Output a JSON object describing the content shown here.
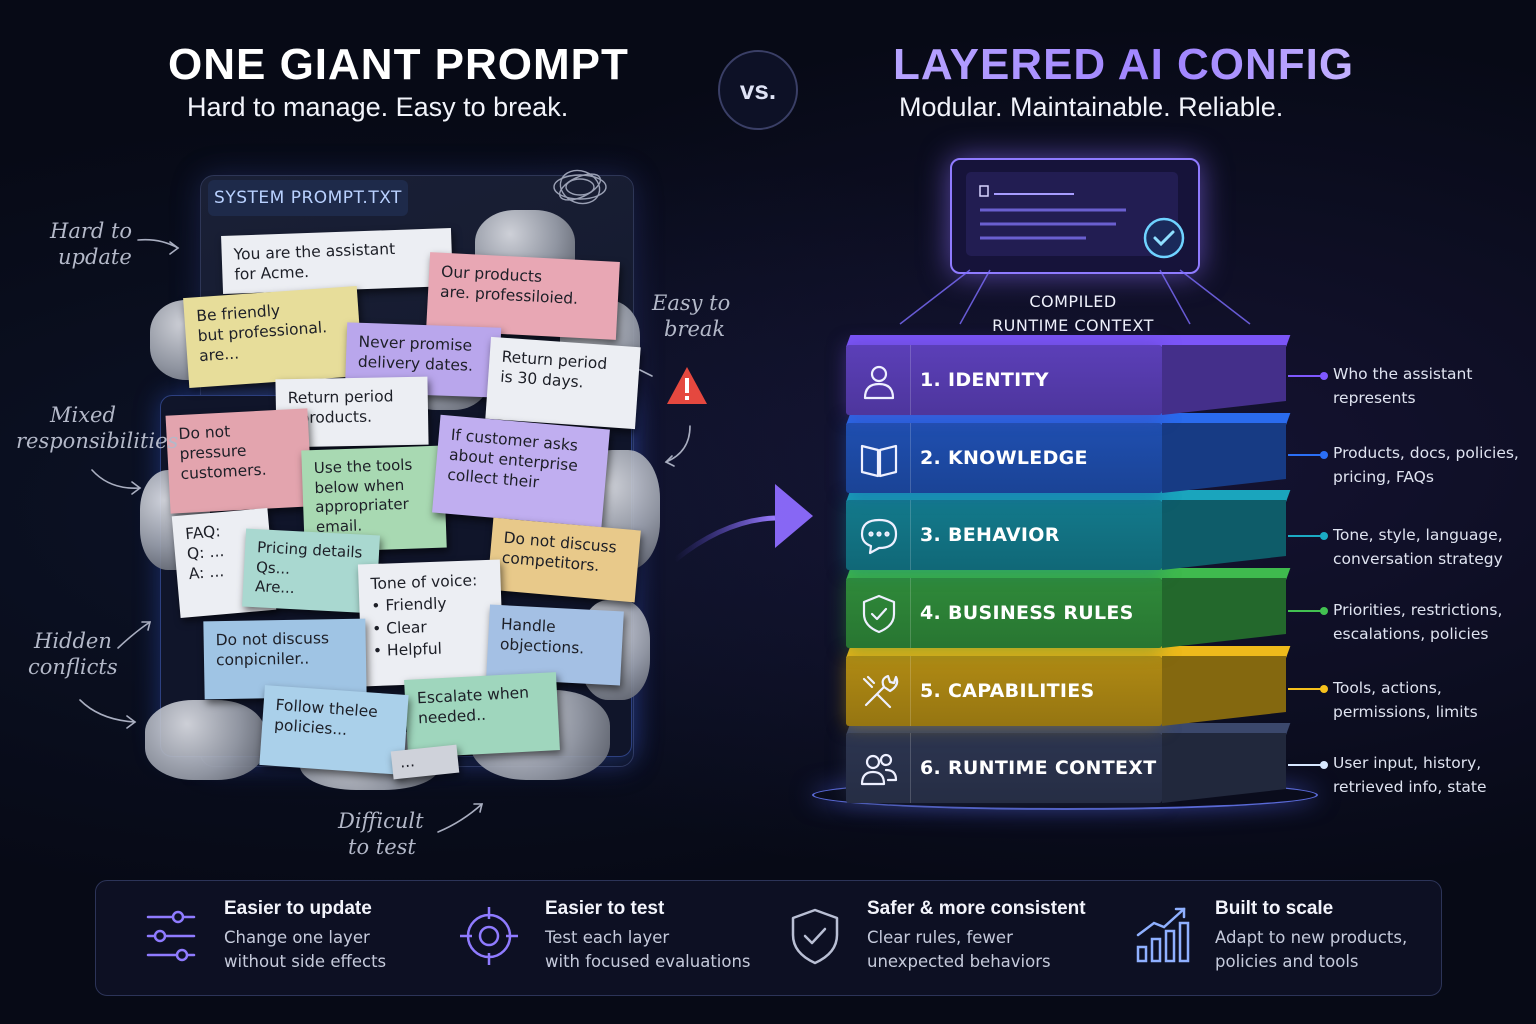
{
  "left": {
    "title": "ONE GIANT PROMPT",
    "subtitle": "Hard to manage. Easy to break.",
    "doc_tab": "SYSTEM PROMPT.TXT",
    "notes": [
      "You are the assistant",
      "for Acme.",
      "Our products",
      "are. professiloied.",
      "Be friendly",
      "but professional.",
      "are...",
      "Never promise",
      "delivery dates.",
      "Return period",
      "is 30 days.",
      "Return period",
      "r products.",
      "Do not",
      "pressure",
      "customers.",
      "Use the tools",
      "below when",
      "appropriater",
      "email.",
      "If customer asks",
      "about enterprise",
      "collect their",
      "FAQ:",
      "Q: ...",
      "A: ...",
      "Pricing details",
      "Qs...",
      "Are...",
      "Do not discuss",
      "competitors.",
      "Tone of voice:",
      "• Friendly",
      "• Clear",
      "• Helpful",
      "Do not discuss",
      "conpicniler..",
      "Handle",
      "objections.",
      "Escalate when",
      "needed..",
      "Follow thelee",
      "policies...",
      "..."
    ],
    "annotations": {
      "hard_to_update": [
        "Hard to",
        "update"
      ],
      "easy_to_break": [
        "Easy to",
        "break"
      ],
      "mixed": [
        "Mixed",
        "responsibilities"
      ],
      "hidden": [
        "Hidden",
        "conflicts"
      ],
      "difficult": [
        "Difficult",
        "to test"
      ]
    }
  },
  "vs": "vs.",
  "right": {
    "title": "LAYERED AI CONFIG",
    "subtitle": "Modular. Maintainable. Reliable.",
    "compiled": [
      "COMPILED",
      "RUNTIME CONTEXT"
    ],
    "layers": [
      {
        "label": "1. IDENTITY",
        "icon": "person-icon",
        "color": "#5b3fb8",
        "desc": [
          "Who the assistant",
          "represents"
        ]
      },
      {
        "label": "2. KNOWLEDGE",
        "icon": "book-icon",
        "color": "#1f4fb0",
        "desc": [
          "Products, docs, policies,",
          "pricing, FAQs"
        ]
      },
      {
        "label": "3. BEHAVIOR",
        "icon": "chat-bubble-icon",
        "color": "#137a8c",
        "desc": [
          "Tone, style, language,",
          "conversation strategy"
        ]
      },
      {
        "label": "4. BUSINESS RULES",
        "icon": "shield-check-icon",
        "color": "#2f8a3a",
        "desc": [
          "Priorities, restrictions,",
          "escalations, policies"
        ]
      },
      {
        "label": "5. CAPABILITIES",
        "icon": "tools-icon",
        "color": "#b08a14",
        "desc": [
          "Tools, actions,",
          "permissions, limits"
        ]
      },
      {
        "label": "6. RUNTIME CONTEXT",
        "icon": "users-icon",
        "color": "#2c3550",
        "desc": [
          "User input, history,",
          "retrieved info, state"
        ]
      }
    ]
  },
  "features": [
    {
      "title": "Easier to update",
      "desc": [
        "Change one layer",
        "without side effects"
      ],
      "icon": "sliders-icon"
    },
    {
      "title": "Easier to test",
      "desc": [
        "Test each layer",
        "with focused evaluations"
      ],
      "icon": "target-icon"
    },
    {
      "title": "Safer & more consistent",
      "desc": [
        "Clear rules, fewer",
        "unexpected behaviors"
      ],
      "icon": "shield-check-icon"
    },
    {
      "title": "Built to scale",
      "desc": [
        "Adapt to new products,",
        "policies and tools"
      ],
      "icon": "growth-chart-icon"
    }
  ]
}
